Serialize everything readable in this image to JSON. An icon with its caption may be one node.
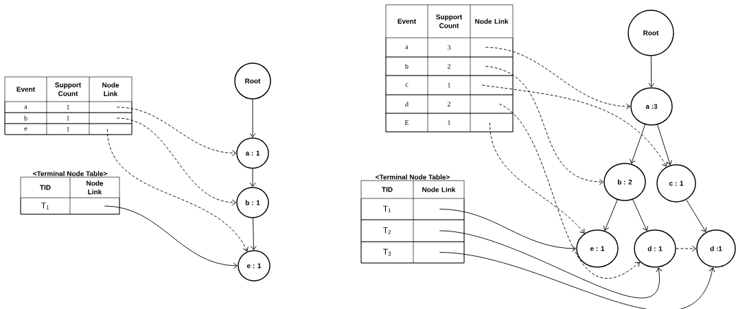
{
  "diagram": {
    "nodes": [
      {
        "text": [
          "Event",
          "Support Count",
          "Node Link"
        ]
      },
      {
        "text": [
          "a",
          "1"
        ],
        "in": 0
      },
      {
        "text": [
          "b",
          "1"
        ],
        "in": 0
      },
      {
        "text": [
          "e",
          "1"
        ],
        "in": 0
      },
      {
        "text": [
          "<Terminal Node Table>",
          "TID",
          "Node Link"
        ]
      },
      {
        "text": [
          "T$_{1}$"
        ],
        "in": 4
      },
      {
        "text": [
          "Root"
        ]
      },
      {
        "text": [
          "a : 1"
        ]
      },
      {
        "text": [
          "b : 1"
        ]
      },
      {
        "text": [
          "e : 1"
        ]
      },
      {
        "text": [
          "Event",
          "Support Count",
          "Node Link"
        ]
      },
      {
        "text": [
          "a",
          "3"
        ],
        "in": 10
      },
      {
        "text": [
          "b",
          "2"
        ],
        "in": 10
      },
      {
        "text": [
          "c",
          "1"
        ],
        "in": 10
      },
      {
        "text": [
          "d",
          "2"
        ],
        "in": 10
      },
      {
        "text": [
          "E",
          "1"
        ],
        "in": 10
      },
      {
        "text": [
          "<Terminal Node Table>",
          "TID",
          "Node Link"
        ]
      },
      {
        "text": [
          "T$_{1}$"
        ],
        "in": 16
      },
      {
        "text": [
          "T$_{2}$"
        ],
        "in": 16
      },
      {
        "text": [
          "T$_{3}$"
        ],
        "in": 16
      },
      {
        "text": [
          "Root"
        ]
      },
      {
        "text": [
          "a :3"
        ]
      },
      {
        "text": [
          "b : 2"
        ]
      },
      {
        "text": [
          "c : 1"
        ]
      },
      {
        "text": [
          "e : 1"
        ]
      },
      {
        "text": [
          "d : 1"
        ]
      },
      {
        "text": [
          "d :1"
        ]
      }
    ],
    "edges": [
      {
        "from": 1,
        "to": 7,
        "arrow": "to",
        "style": "dashed"
      },
      {
        "from": 2,
        "to": 8,
        "arrow": "to",
        "style": "dashed"
      },
      {
        "from": 3,
        "to": 9,
        "arrow": "to",
        "style": "dashed"
      },
      {
        "from": 5,
        "to": 9,
        "arrow": "to"
      },
      {
        "from": 6,
        "to": 7,
        "arrow": "to"
      },
      {
        "from": 7,
        "to": 8,
        "arrow": "to"
      },
      {
        "from": 8,
        "to": 9,
        "arrow": "to"
      },
      {
        "from": 11,
        "to": 21,
        "arrow": "to",
        "style": "dashed"
      },
      {
        "from": 12,
        "to": 22,
        "arrow": "to",
        "style": "dashed"
      },
      {
        "from": 13,
        "to": 23,
        "arrow": "to",
        "style": "dashed"
      },
      {
        "from": 14,
        "to": 25,
        "arrow": "to",
        "style": "dashed"
      },
      {
        "from": 15,
        "to": 24,
        "arrow": "to",
        "style": "dashed"
      },
      {
        "from": 17,
        "to": 24,
        "arrow": "to"
      },
      {
        "from": 18,
        "to": 25,
        "arrow": "to"
      },
      {
        "from": 19,
        "to": 26,
        "arrow": "to"
      },
      {
        "from": 20,
        "to": 21,
        "arrow": "to"
      },
      {
        "from": 21,
        "to": 22,
        "arrow": "to"
      },
      {
        "from": 21,
        "to": 23,
        "arrow": "to"
      },
      {
        "from": 22,
        "to": 24,
        "arrow": "to"
      },
      {
        "from": 22,
        "to": 25,
        "arrow": "to"
      },
      {
        "from": 23,
        "to": 26,
        "arrow": "to"
      },
      {
        "from": 25,
        "to": 26,
        "arrow": "to",
        "style": "dashed"
      }
    ]
  }
}
